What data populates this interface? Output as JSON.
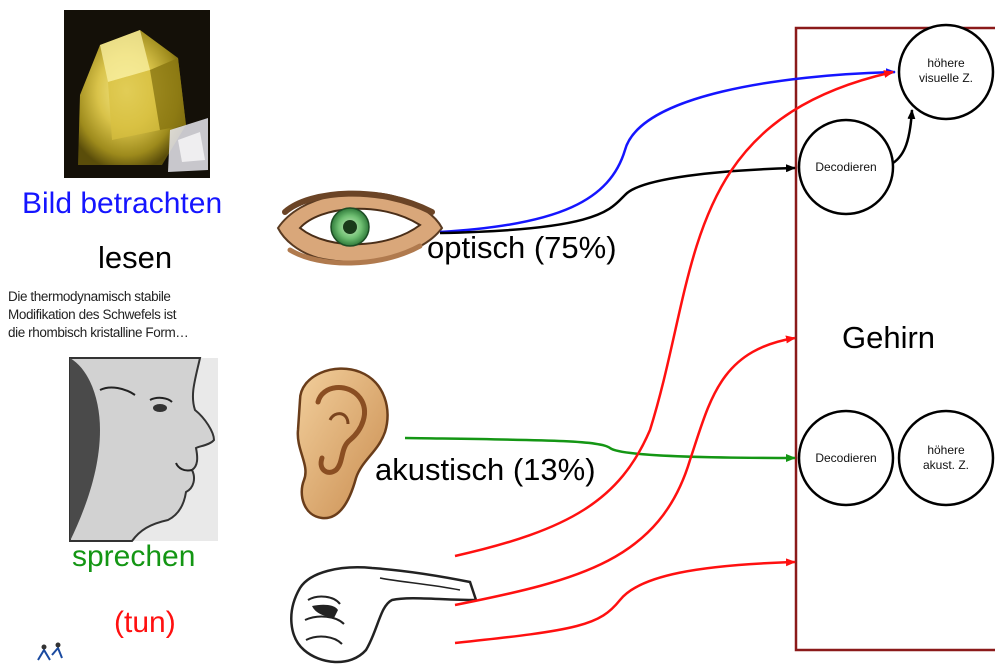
{
  "left_labels": {
    "bild_betrachten": "Bild betrachten",
    "lesen": "lesen",
    "sprechen": "sprechen",
    "tun": "(tun)"
  },
  "reading_sample": {
    "line1": "Die thermodynamisch stabile",
    "line2": "Modifikation des Schwefels ist",
    "line3": "die rhombisch kristalline Form…"
  },
  "channels": {
    "optisch": "optisch (75%)",
    "akustisch": "akustisch (13%)"
  },
  "brain": {
    "label": "Gehirn",
    "nodes": {
      "visual_decode": "Decodieren",
      "visual_higher_line1": "höhere",
      "visual_higher_line2": "visuelle Z.",
      "acoustic_decode": "Decodieren",
      "acoustic_higher_line1": "höhere",
      "acoustic_higher_line2": "akust. Z."
    }
  },
  "colors": {
    "blue": "#1515ff",
    "green": "#149614",
    "red": "#ff1010",
    "black": "#000000",
    "brain_border": "#8b1a1a"
  }
}
